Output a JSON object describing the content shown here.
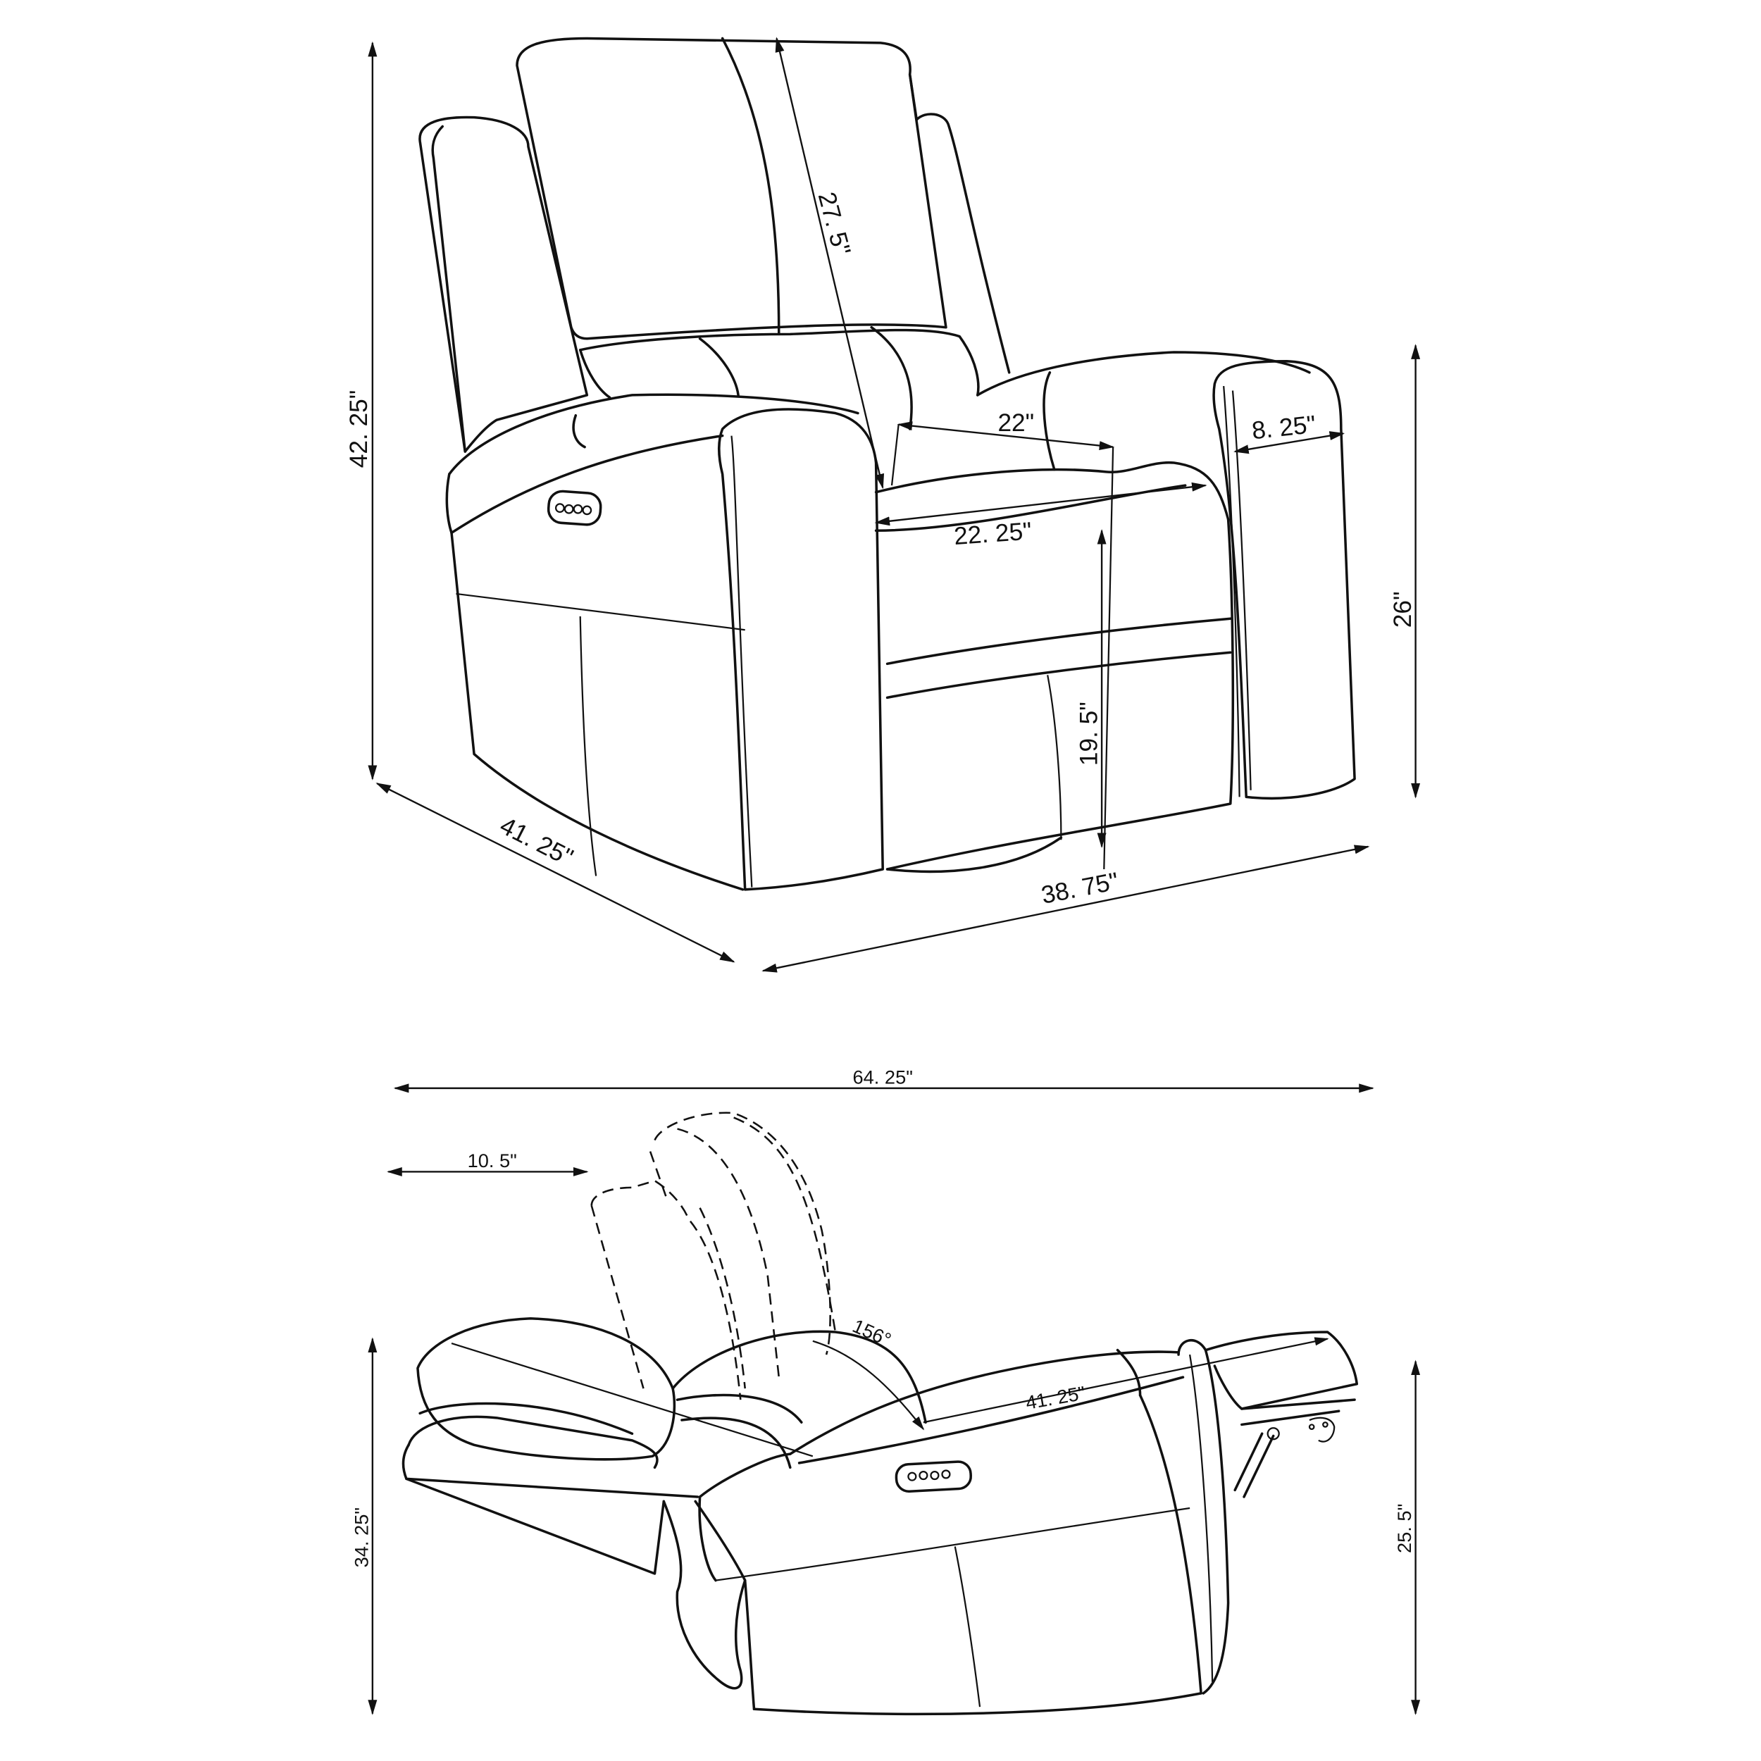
{
  "figure": {
    "type": "furniture-dimension-drawing",
    "subject": "power recliner chair",
    "line_color": "#111111",
    "background": "#ffffff"
  },
  "front_view": {
    "overall_height": "42. 25\"",
    "back_height": "27. 5\"",
    "seat_depth": "22\"",
    "seat_width": "22. 25\"",
    "arm_width": "8. 25\"",
    "arm_height": "26\"",
    "seat_height": "19. 5\"",
    "overall_depth": "41. 25\"",
    "overall_width": "38. 75\""
  },
  "side_view": {
    "reclined_length": "64. 25\"",
    "wall_clearance": "10. 5\"",
    "recline_angle": "156°",
    "reclined_seat_length": "41. 25\"",
    "reclined_height": "34. 25\"",
    "footrest_height": "25. 5\""
  },
  "icons": {
    "power_control_panel": "power-button-panel"
  }
}
